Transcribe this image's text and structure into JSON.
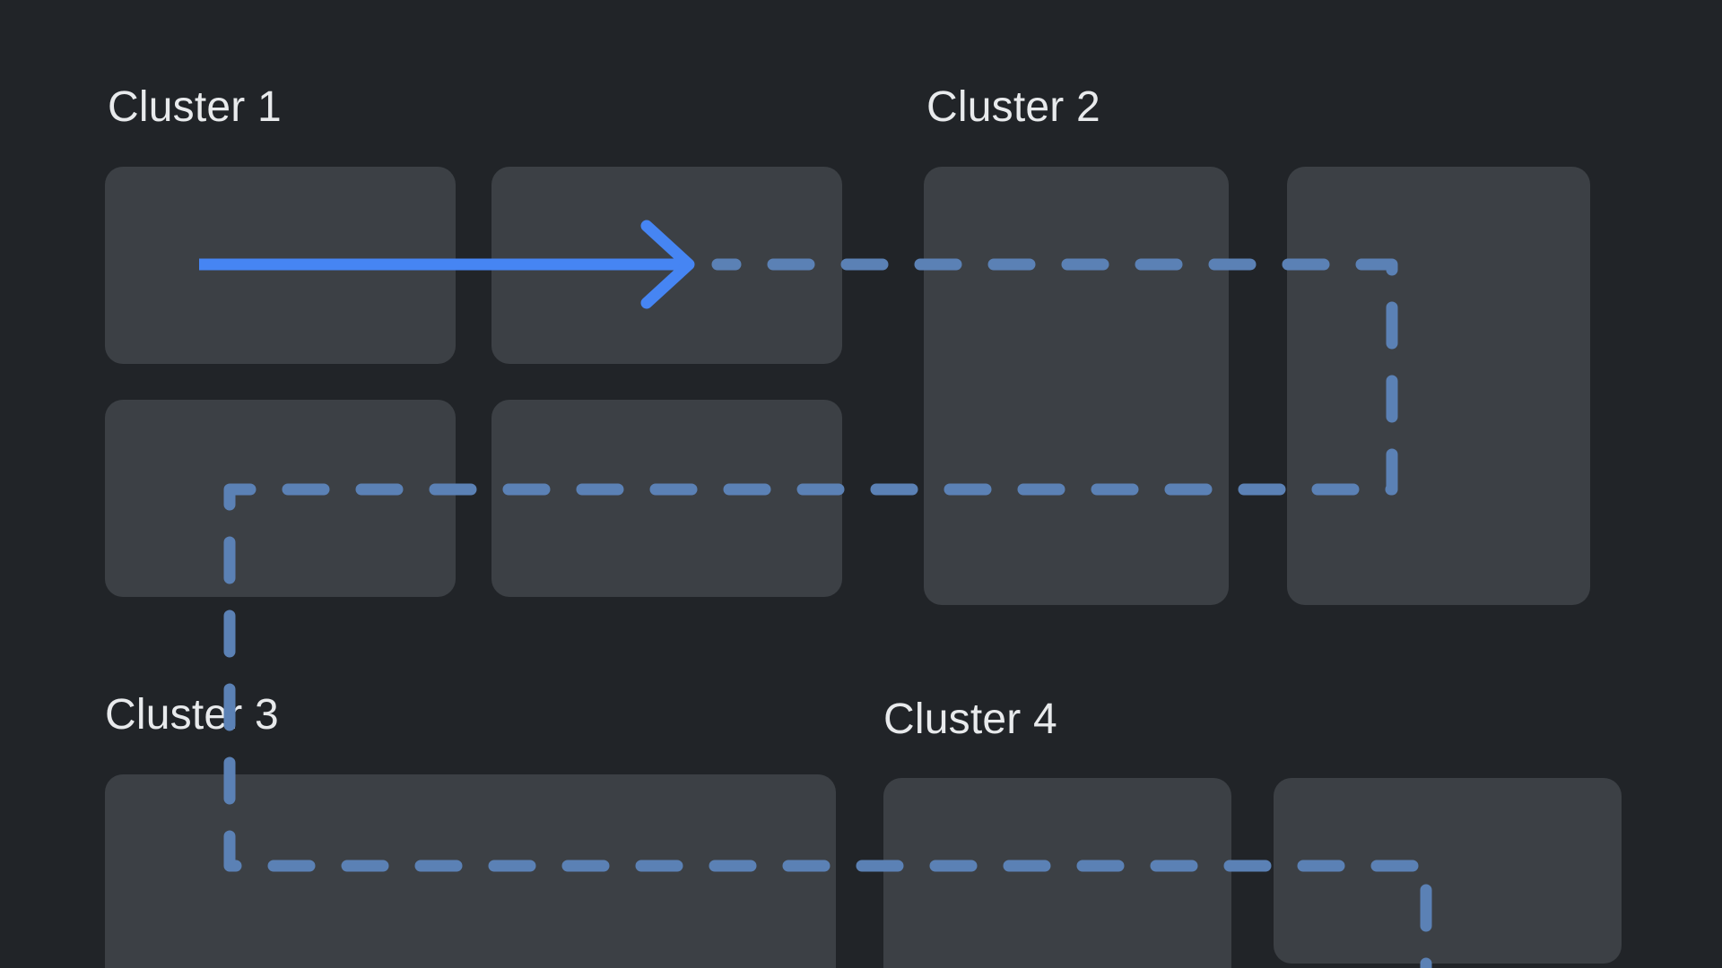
{
  "diagram": {
    "clusters": [
      {
        "label": "Cluster 1",
        "box_count": 4
      },
      {
        "label": "Cluster 2",
        "box_count": 2
      },
      {
        "label": "Cluster 3",
        "box_count": 1
      },
      {
        "label": "Cluster 4",
        "box_count": 2
      }
    ],
    "flow_description": "Solid arrow starts inside Cluster 1 and becomes a dashed connector that crosses Cluster 2, turns down, runs back left through Cluster 1's lower row, descends past the Cluster 3 label, runs right through Cluster 3 and Cluster 4, then turns down and exits the bottom edge"
  },
  "colors": {
    "background": "#212428",
    "box": "#3c4045",
    "label": "#e8eaec",
    "arrow-solid": "#4685f3",
    "arrow-dashed": "#5b81b5"
  }
}
